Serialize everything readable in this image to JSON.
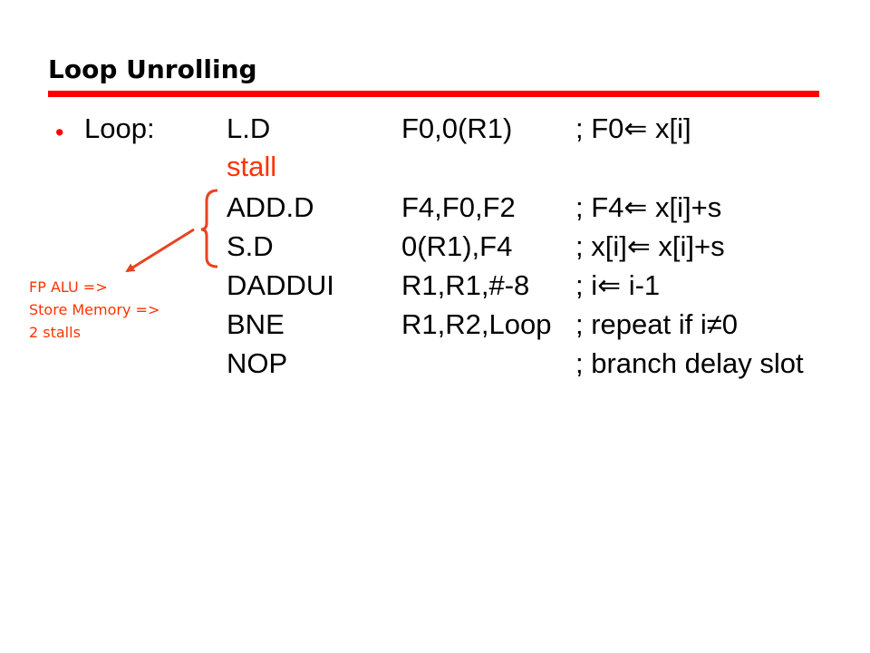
{
  "slide": {
    "title": "Loop Unrolling",
    "bullet_glyph": "•",
    "loop_label": "Loop:",
    "accent_color": "#ff0000",
    "stall_color": "#ff3300"
  },
  "code": [
    {
      "op": "L.D",
      "args": "F0,0(R1)",
      "comment": "; F0⇐ x[i]"
    },
    {
      "op": "stall",
      "args": "",
      "comment": ""
    },
    {
      "op": "ADD.D",
      "args": "F4,F0,F2",
      "comment": "; F4⇐ x[i]+s"
    },
    {
      "op": "S.D",
      "args": "0(R1),F4",
      "comment": "; x[i]⇐ x[i]+s"
    },
    {
      "op": "DADDUI",
      "args": "R1,R1,#-8",
      "comment": "; i⇐ i-1"
    },
    {
      "op": "BNE",
      "args": "R1,R2,Loop",
      "comment": "; repeat if i≠0"
    },
    {
      "op": "NOP",
      "args": "",
      "comment": ";",
      "comment_small": " branch delay slot"
    }
  ],
  "annotation": {
    "lines": [
      "FP ALU =>",
      "Store Memory =>",
      "2 stalls"
    ]
  }
}
